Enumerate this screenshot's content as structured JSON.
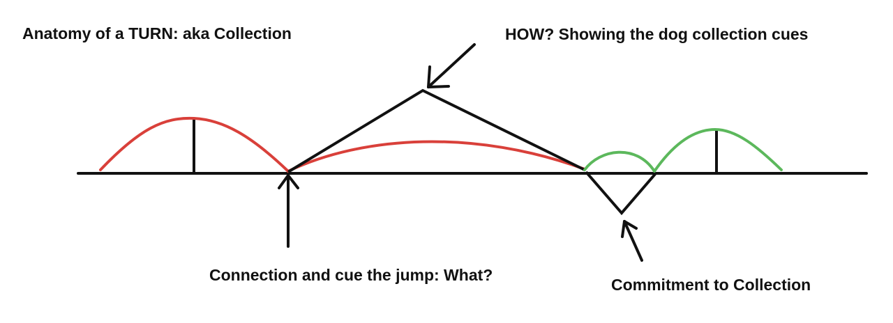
{
  "title": "Anatomy of a TURN: aka Collection",
  "annotations": {
    "how": "HOW? Showing the dog collection cues",
    "what": "Connection and cue the jump: What?",
    "commitment": "Commitment to Collection"
  },
  "colors": {
    "background": "#ffffff",
    "ink": "#111111",
    "red_curve": "#d9403a",
    "green_curve": "#5cb85c"
  }
}
